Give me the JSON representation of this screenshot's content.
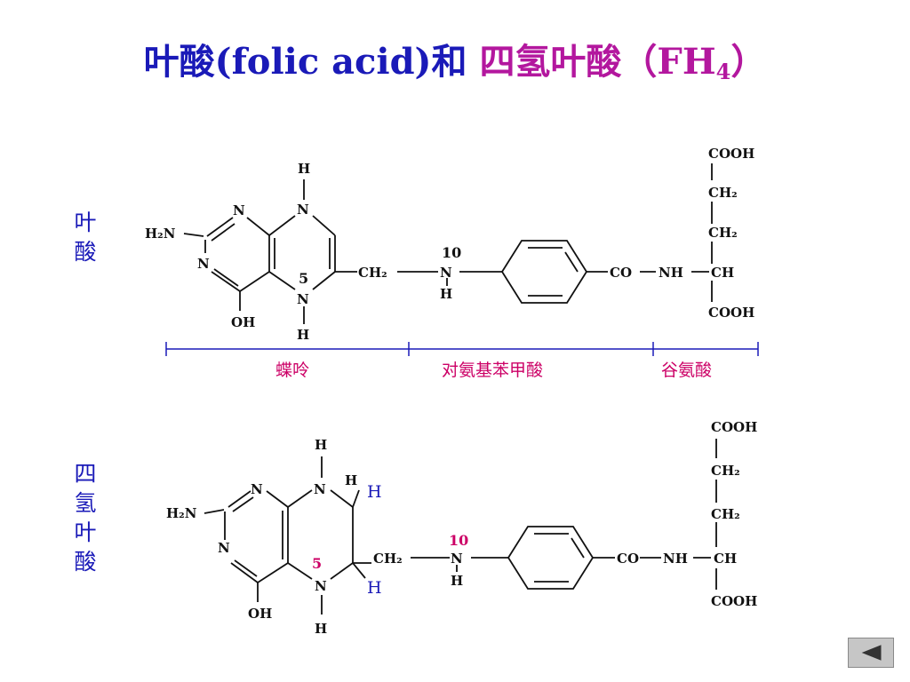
{
  "title": {
    "part1": "叶酸(folic acid)和",
    "part2": "四氢叶酸（FH",
    "sub": "4",
    "part3": "）"
  },
  "folic_acid": {
    "side_label": [
      "叶",
      "酸"
    ],
    "atoms": {
      "h_top": "H",
      "n_top": "N",
      "n_ring": "N",
      "n_ring2": "N",
      "h2n": "H₂N",
      "n5": "N",
      "pos5": "5",
      "h_bottom": "H",
      "oh": "OH",
      "ch2": "CH₂",
      "pos10": "10",
      "n10": "N",
      "h10": "H",
      "co": "CO",
      "nh": "NH",
      "ch": "CH",
      "cooh_top": "COOH",
      "ch2_a": "CH₂",
      "ch2_b": "CH₂",
      "cooh_bottom": "COOH"
    },
    "segments": [
      "蝶呤",
      "对氨基苯甲酸",
      "谷氨酸"
    ]
  },
  "thf": {
    "side_label": [
      "四",
      "氢",
      "叶",
      "酸"
    ],
    "atoms": {
      "h_top": "H",
      "n_top": "N",
      "h_c": "H",
      "h_c_blue": "H",
      "n_ring": "N",
      "n_ring2": "N",
      "h2n": "H₂N",
      "pos5": "5",
      "n5": "N",
      "h_c6_blue": "H",
      "h_bottom": "H",
      "oh": "OH",
      "ch2": "CH₂",
      "pos10": "10",
      "n10": "N",
      "h10": "H",
      "co": "CO",
      "nh": "NH",
      "ch": "CH",
      "cooh_top": "COOH",
      "ch2_a": "CH₂",
      "ch2_b": "CH₂",
      "cooh_bottom": "COOH"
    }
  },
  "nav": {
    "icon": "back-triangle-icon"
  },
  "colors": {
    "blue": "#1a1ab8",
    "magenta": "#b3179e",
    "pink": "#cc0066"
  }
}
